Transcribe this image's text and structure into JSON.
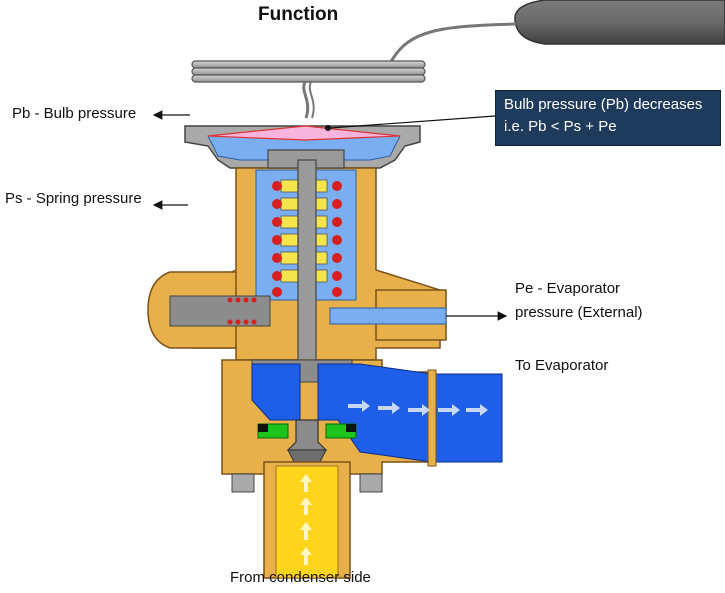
{
  "title": "Function",
  "labels": {
    "bulb_pressure": "Pb - Bulb pressure",
    "spring_pressure": "Ps - Spring pressure",
    "evaporator_pressure_line1": "Pe - Evaporator",
    "evaporator_pressure_line2": "pressure (External)",
    "to_evaporator": "To Evaporator",
    "from_condenser": "From condenser side"
  },
  "callout": {
    "line1": "Bulb pressure (Pb) decreases",
    "line2": "i.e. Pb < Ps + Pe"
  },
  "colors": {
    "brass": "#e8b04a",
    "brass_dark": "#a0702a",
    "liquid_yellow": "#ffd41a",
    "refrigerant_blue": "#1f5ee8",
    "chamber_blue": "#7aaef0",
    "spring_yellow": "#f4e64a",
    "spring_red": "#d61f1f",
    "steel_gray": "#9a9a9a",
    "seal_green": "#1cc41c",
    "callout_bg": "#1f3b5b",
    "diaphragm_pink": "#f7b4dc"
  }
}
